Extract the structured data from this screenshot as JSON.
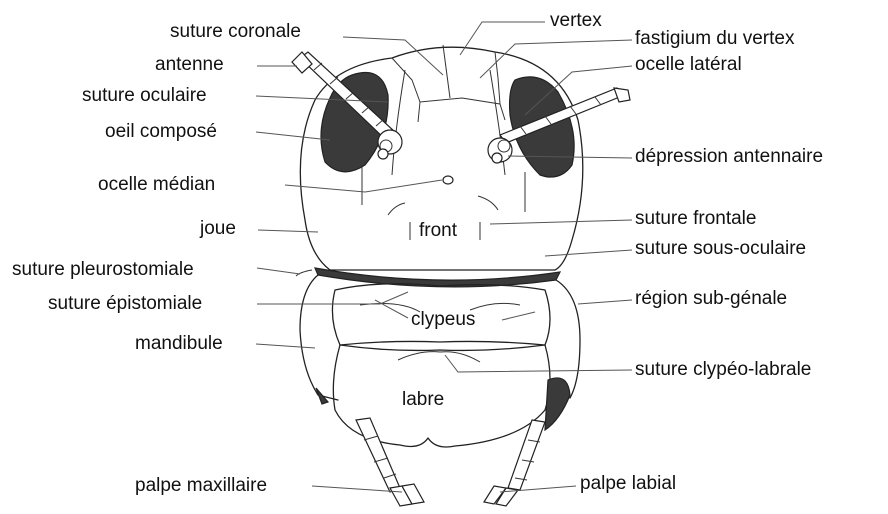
{
  "labels": {
    "suture_coronale": "suture coronale",
    "vertex": "vertex",
    "fastigium_du_vertex": "fastigium du vertex",
    "antenne": "antenne",
    "ocelle_lateral": "ocelle latéral",
    "suture_oculaire": "suture oculaire",
    "oeil_compose": "oeil composé",
    "depression_antennaire": "dépression antennaire",
    "ocelle_median": "ocelle médian",
    "joue": "joue",
    "front": "front",
    "suture_frontale": "suture frontale",
    "suture_sous_oculaire": "suture sous-oculaire",
    "suture_pleurostomiale": "suture pleurostomiale",
    "suture_epistomiale": "suture épistomiale",
    "region_sub_genale": "région sub-génale",
    "clypeus": "clypeus",
    "mandibule": "mandibule",
    "suture_clypeo_labrale": "suture clypéo-labrale",
    "labre": "labre",
    "palpe_maxillaire": "palpe maxillaire",
    "palpe_labial": "palpe labial"
  },
  "colors": {
    "eye_fill": "#3a3a3a",
    "outline": "#222222",
    "label_text": "#111111"
  }
}
